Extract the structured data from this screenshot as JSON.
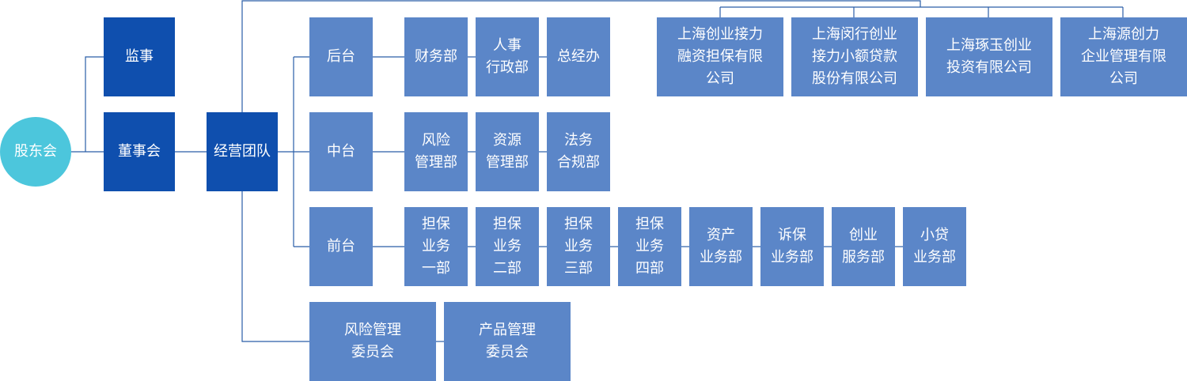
{
  "nodes": {
    "shareholders": "股东会",
    "supervisor": "监事",
    "board": "董事会",
    "management": "经营团队",
    "back_office": "后台",
    "middle_office": "中台",
    "front_office": "前台",
    "finance": "财务部",
    "hr_admin": "人事\n行政部",
    "gm_office": "总经办",
    "risk_mgmt": "风险\n管理部",
    "resource_mgmt": "资源\n管理部",
    "legal": "法务\n合规部",
    "guarantee_1": "担保\n业务\n一部",
    "guarantee_2": "担保\n业务\n二部",
    "guarantee_3": "担保\n业务\n三部",
    "guarantee_4": "担保\n业务\n四部",
    "asset_biz": "资产\n业务部",
    "litigation": "诉保\n业务部",
    "startup_service": "创业\n服务部",
    "micro_loan": "小贷\n业务部",
    "risk_committee": "风险管理\n委员会",
    "product_committee": "产品管理\n委员会",
    "sub_1": "上海创业接力\n融资担保有限\n公司",
    "sub_2": "上海闵行创业\n接力小额贷款\n股份有限公司",
    "sub_3": "上海琢玉创业\n投资有限公司",
    "sub_4": "上海源创力\n企业管理有限\n公司"
  },
  "colors": {
    "dark": "#0f4fae",
    "mid": "#5b86c8",
    "circle": "#4cc6dc",
    "line": "#2a5ea8"
  }
}
